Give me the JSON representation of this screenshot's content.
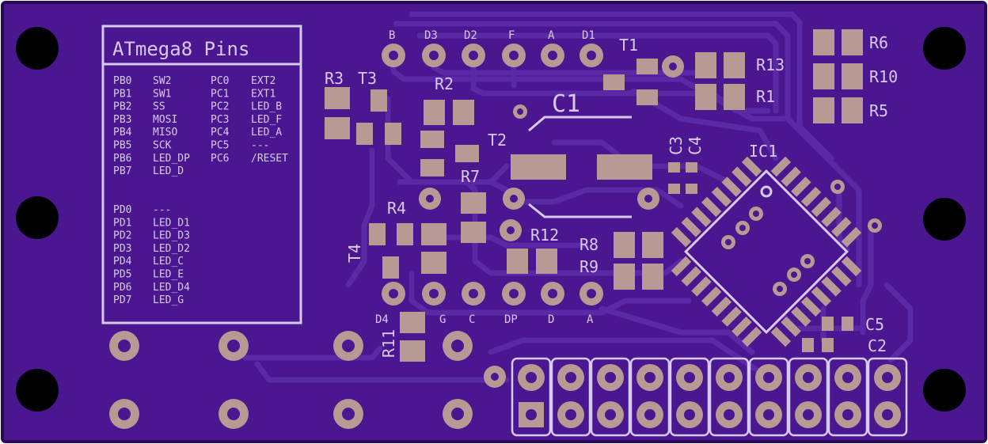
{
  "colors": {
    "board": "#4a1791",
    "board_edge": "#2b0a55",
    "trace": "#5a29a6",
    "pad": "#b79a93",
    "silk": "#d8c9ee",
    "hole": "#000000"
  },
  "pin_table": {
    "title": "ATmega8 Pins",
    "port_b_c": [
      [
        "PB0",
        "SW2",
        "PC0",
        "EXT2"
      ],
      [
        "PB1",
        "SW1",
        "PC1",
        "EXT1"
      ],
      [
        "PB2",
        "SS",
        "PC2",
        "LED_B"
      ],
      [
        "PB3",
        "MOSI",
        "PC3",
        "LED_F"
      ],
      [
        "PB4",
        "MISO",
        "PC4",
        "LED_A"
      ],
      [
        "PB5",
        "SCK",
        "PC5",
        "---"
      ],
      [
        "PB6",
        "LED_DP",
        "PC6",
        "/RESET"
      ],
      [
        "PB7",
        "LED_D",
        "",
        ""
      ]
    ],
    "port_d": [
      [
        "PD0",
        "---"
      ],
      [
        "PD1",
        "LED_D1"
      ],
      [
        "PD2",
        "LED_D3"
      ],
      [
        "PD3",
        "LED_D2"
      ],
      [
        "PD4",
        "LED_C"
      ],
      [
        "PD5",
        "LED_E"
      ],
      [
        "PD6",
        "LED_D4"
      ],
      [
        "PD7",
        "LED_G"
      ]
    ]
  },
  "top_header_labels": [
    "B",
    "D3",
    "D2",
    "F",
    "A",
    "D1"
  ],
  "bottom_header_labels": [
    "D4",
    "G",
    "C",
    "DP",
    "D",
    "A"
  ],
  "components": {
    "c1": "C1",
    "t1": "T1",
    "t2": "T2",
    "t3": "T3",
    "t4": "T4",
    "r1": "R1",
    "r2": "R2",
    "r3": "R3",
    "r4": "R4",
    "r5": "R5",
    "r6": "R6",
    "r7": "R7",
    "r8": "R8",
    "r9": "R9",
    "r10": "R10",
    "r11": "R11",
    "r12": "R12",
    "r13": "R13",
    "c2": "C2",
    "c3": "C3",
    "c4": "C4",
    "c5": "C5",
    "ic1": "IC1"
  }
}
